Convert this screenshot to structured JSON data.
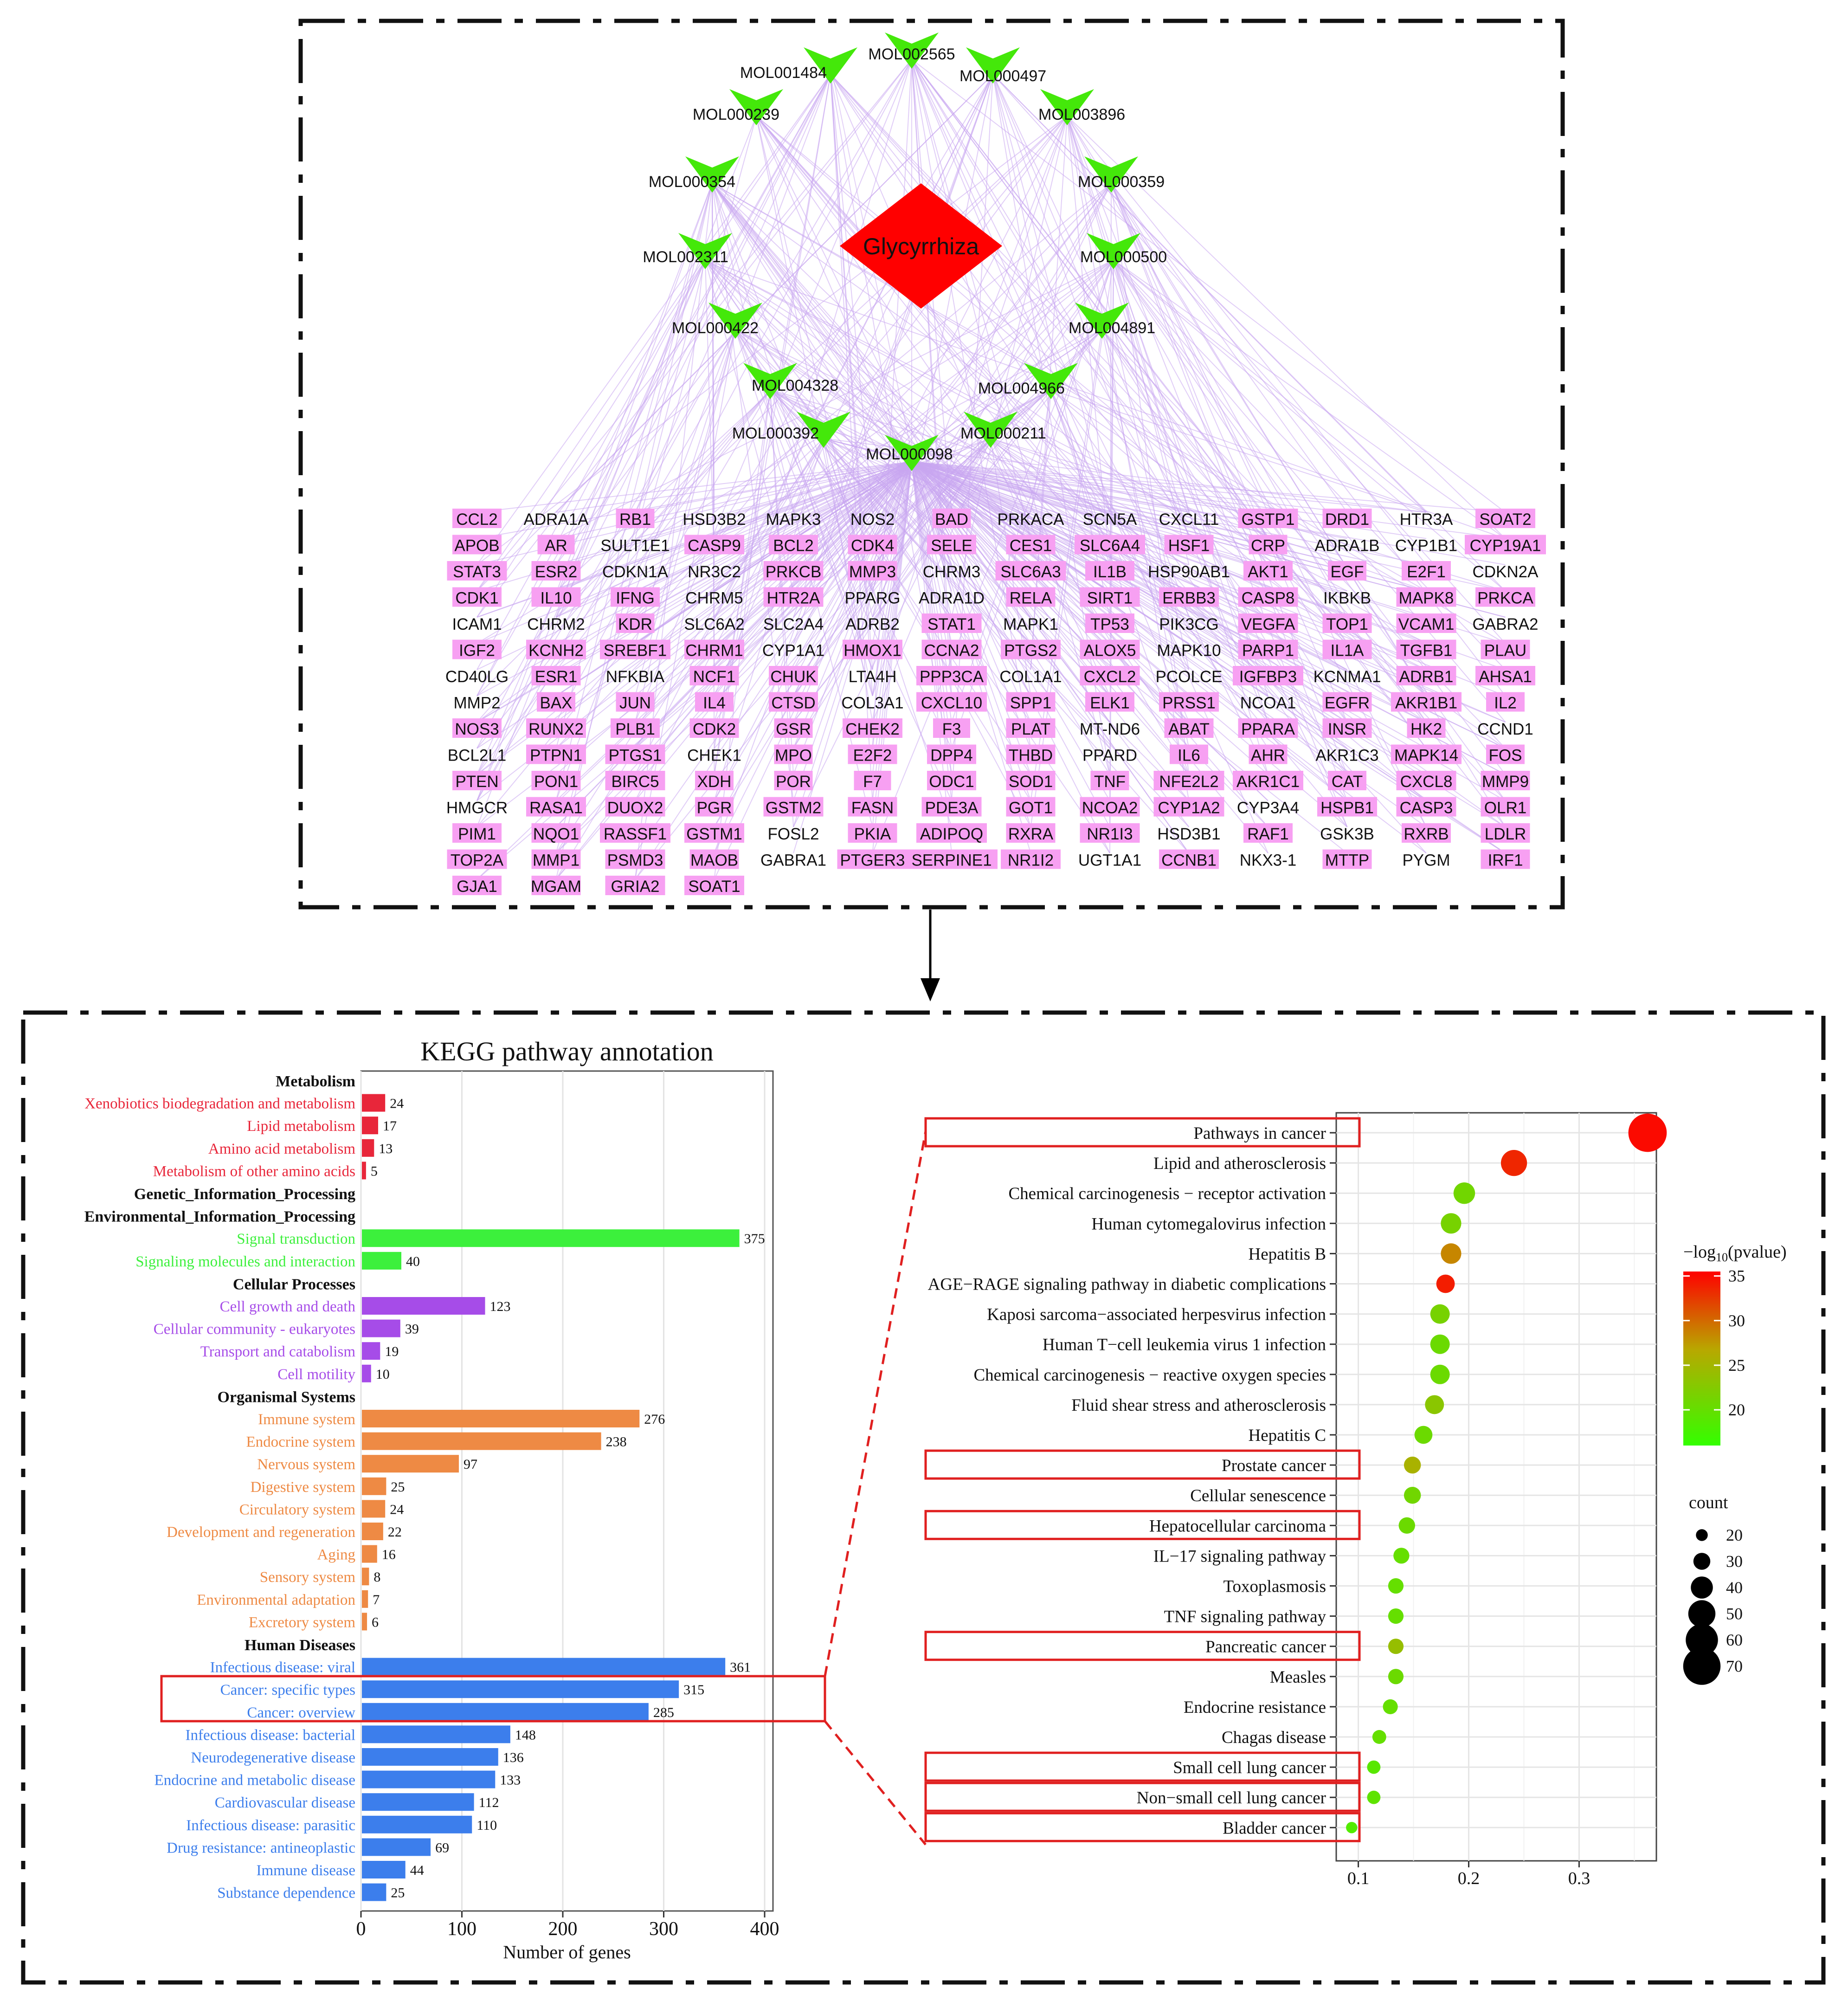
{
  "network": {
    "herb": "Glycyrrhiza",
    "herb_color": "#FF0000",
    "compound_color": "#44E80A",
    "edge_color": "#C9A6F0",
    "target_fill": "#F7A0F2",
    "compounds": [
      "MOL002565",
      "MOL001484",
      "MOL000497",
      "MOL000239",
      "MOL003896",
      "MOL000354",
      "MOL000359",
      "MOL002311",
      "MOL000500",
      "MOL000422",
      "MOL004891",
      "MOL004328",
      "MOL004966",
      "MOL000392",
      "MOL000211",
      "MOL000098"
    ],
    "targets": [
      [
        "CCL2",
        "ADRA1A",
        "RB1",
        "HSD3B2",
        "MAPK3",
        "NOS2",
        "BAD",
        "PRKACA",
        "SCN5A",
        "CXCL11",
        "GSTP1",
        "DRD1",
        "HTR3A",
        "SOAT2"
      ],
      [
        "APOB",
        "AR",
        "SULT1E1",
        "CASP9",
        "BCL2",
        "CDK4",
        "SELE",
        "CES1",
        "SLC6A4",
        "HSF1",
        "CRP",
        "ADRA1B",
        "CYP1B1",
        "CYP19A1"
      ],
      [
        "STAT3",
        "ESR2",
        "CDKN1A",
        "NR3C2",
        "PRKCB",
        "MMP3",
        "CHRM3",
        "SLC6A3",
        "IL1B",
        "HSP90AB1",
        "AKT1",
        "EGF",
        "E2F1",
        "CDKN2A"
      ],
      [
        "CDK1",
        "IL10",
        "IFNG",
        "CHRM5",
        "HTR2A",
        "PPARG",
        "ADRA1D",
        "RELA",
        "SIRT1",
        "ERBB3",
        "CASP8",
        "IKBKB",
        "MAPK8",
        "PRKCA"
      ],
      [
        "ICAM1",
        "CHRM2",
        "KDR",
        "SLC6A2",
        "SLC2A4",
        "ADRB2",
        "STAT1",
        "MAPK1",
        "TP53",
        "PIK3CG",
        "VEGFA",
        "TOP1",
        "VCAM1",
        "GABRA2"
      ],
      [
        "IGF2",
        "KCNH2",
        "SREBF1",
        "CHRM1",
        "CYP1A1",
        "HMOX1",
        "CCNA2",
        "PTGS2",
        "ALOX5",
        "MAPK10",
        "PARP1",
        "IL1A",
        "TGFB1",
        "PLAU"
      ],
      [
        "CD40LG",
        "ESR1",
        "NFKBIA",
        "NCF1",
        "CHUK",
        "LTA4H",
        "PPP3CA",
        "COL1A1",
        "CXCL2",
        "PCOLCE",
        "IGFBP3",
        "KCNMA1",
        "ADRB1",
        "AHSA1"
      ],
      [
        "MMP2",
        "BAX",
        "JUN",
        "IL4",
        "CTSD",
        "COL3A1",
        "CXCL10",
        "SPP1",
        "ELK1",
        "PRSS1",
        "NCOA1",
        "EGFR",
        "AKR1B1",
        "IL2"
      ],
      [
        "NOS3",
        "RUNX2",
        "PLB1",
        "CDK2",
        "GSR",
        "CHEK2",
        "F3",
        "PLAT",
        "MT-ND6",
        "ABAT",
        "PPARA",
        "INSR",
        "HK2",
        "CCND1"
      ],
      [
        "BCL2L1",
        "PTPN1",
        "PTGS1",
        "CHEK1",
        "MPO",
        "E2F2",
        "DPP4",
        "THBD",
        "PPARD",
        "IL6",
        "AHR",
        "AKR1C3",
        "MAPK14",
        "FOS"
      ],
      [
        "PTEN",
        "PON1",
        "BIRC5",
        "XDH",
        "POR",
        "F7",
        "ODC1",
        "SOD1",
        "TNF",
        "NFE2L2",
        "AKR1C1",
        "CAT",
        "CXCL8",
        "MMP9"
      ],
      [
        "HMGCR",
        "RASA1",
        "DUOX2",
        "PGR",
        "GSTM2",
        "FASN",
        "PDE3A",
        "GOT1",
        "NCOA2",
        "CYP1A2",
        "CYP3A4",
        "HSPB1",
        "CASP3",
        "OLR1"
      ],
      [
        "PIM1",
        "NQO1",
        "RASSF1",
        "GSTM1",
        "FOSL2",
        "PKIA",
        "ADIPOQ",
        "RXRA",
        "NR1I3",
        "HSD3B1",
        "RAF1",
        "GSK3B",
        "RXRB",
        "LDLR"
      ],
      [
        "TOP2A",
        "MMP1",
        "PSMD3",
        "MAOB",
        "GABRA1",
        "PTGER3",
        "SERPINE1",
        "NR1I2",
        "UGT1A1",
        "CCNB1",
        "NKX3-1",
        "MTTP",
        "PYGM",
        "IRF1"
      ],
      [
        "GJA1",
        "MGAM",
        "GRIA2",
        "SOAT1"
      ]
    ],
    "highlighted_targets": [
      "CCL2",
      "RB1",
      "BAD",
      "GSTP1",
      "DRD1",
      "SOAT2",
      "APOB",
      "AR",
      "CASP9",
      "BCL2",
      "CDK4",
      "SELE",
      "CES1",
      "SLC6A4",
      "HSF1",
      "CRP",
      "CYP19A1",
      "STAT3",
      "ESR2",
      "PRKCB",
      "MMP3",
      "SLC6A3",
      "IL1B",
      "AKT1",
      "EGF",
      "E2F1",
      "CDK1",
      "IL10",
      "IFNG",
      "HTR2A",
      "RELA",
      "SIRT1",
      "ERBB3",
      "CASP8",
      "MAPK8",
      "PRKCA",
      "KDR",
      "STAT1",
      "TP53",
      "VEGFA",
      "TOP1",
      "VCAM1",
      "IGF2",
      "KCNH2",
      "SREBF1",
      "CHRM1",
      "HMOX1",
      "CCNA2",
      "PTGS2",
      "ALOX5",
      "PARP1",
      "IL1A",
      "TGFB1",
      "PLAU",
      "ESR1",
      "NCF1",
      "CHUK",
      "PPP3CA",
      "CXCL2",
      "IGFBP3",
      "ADRB1",
      "AHSA1",
      "BAX",
      "JUN",
      "IL4",
      "CTSD",
      "CXCL10",
      "SPP1",
      "ELK1",
      "PRSS1",
      "EGFR",
      "AKR1B1",
      "IL2",
      "NOS3",
      "RUNX2",
      "PLB1",
      "CDK2",
      "GSR",
      "CHEK2",
      "F3",
      "PLAT",
      "ABAT",
      "PPARA",
      "INSR",
      "HK2",
      "PTPN1",
      "PTGS1",
      "MPO",
      "E2F2",
      "DPP4",
      "THBD",
      "IL6",
      "AHR",
      "MAPK14",
      "FOS",
      "PTEN",
      "PON1",
      "BIRC5",
      "XDH",
      "POR",
      "F7",
      "ODC1",
      "SOD1",
      "TNF",
      "NFE2L2",
      "AKR1C1",
      "CAT",
      "CXCL8",
      "MMP9",
      "RASA1",
      "DUOX2",
      "PGR",
      "GSTM2",
      "FASN",
      "PDE3A",
      "GOT1",
      "NCOA2",
      "CYP1A2",
      "HSPB1",
      "CASP3",
      "OLR1",
      "PIM1",
      "NQO1",
      "RASSF1",
      "GSTM1",
      "PKIA",
      "ADIPOQ",
      "RXRA",
      "NR1I3",
      "RAF1",
      "RXRB",
      "LDLR",
      "TOP2A",
      "MMP1",
      "PSMD3",
      "MAOB",
      "PTGER3",
      "SERPINE1",
      "NR1I2",
      "CCNB1",
      "MTTP",
      "IRF1",
      "GJA1",
      "MGAM",
      "GRIA2",
      "SOAT1"
    ]
  },
  "chart_data": [
    {
      "type": "bar",
      "title": "KEGG pathway annotation",
      "xlabel": "Number of genes",
      "xlim": [
        0,
        400
      ],
      "xticks": [
        0,
        100,
        200,
        300,
        400
      ],
      "groups": [
        {
          "name": "Metabolism",
          "color": "#E8263A",
          "items": [
            {
              "label": "Xenobiotics biodegradation and metabolism",
              "value": 24
            },
            {
              "label": "Lipid metabolism",
              "value": 17
            },
            {
              "label": "Amino acid metabolism",
              "value": 13
            },
            {
              "label": "Metabolism of other amino acids",
              "value": 5
            }
          ]
        },
        {
          "name": "Genetic_Information_Processing",
          "color": "#000000",
          "items": []
        },
        {
          "name": "Environmental_Information_Processing",
          "color": "#3CF03C",
          "items": [
            {
              "label": "Signal transduction",
              "value": 375
            },
            {
              "label": "Signaling molecules and interaction",
              "value": 40
            }
          ]
        },
        {
          "name": "Cellular Processes",
          "color": "#A64CE8",
          "items": [
            {
              "label": "Cell growth and death",
              "value": 123
            },
            {
              "label": "Cellular community - eukaryotes",
              "value": 39
            },
            {
              "label": "Transport and catabolism",
              "value": 19
            },
            {
              "label": "Cell motility",
              "value": 10
            }
          ]
        },
        {
          "name": "Organismal Systems",
          "color": "#EE8A44",
          "items": [
            {
              "label": "Immune system",
              "value": 276
            },
            {
              "label": "Endocrine system",
              "value": 238
            },
            {
              "label": "Nervous system",
              "value": 97
            },
            {
              "label": "Digestive system",
              "value": 25
            },
            {
              "label": "Circulatory system",
              "value": 24
            },
            {
              "label": "Development and regeneration",
              "value": 22
            },
            {
              "label": "Aging",
              "value": 16
            },
            {
              "label": "Sensory system",
              "value": 8
            },
            {
              "label": "Environmental adaptation",
              "value": 7
            },
            {
              "label": "Excretory system",
              "value": 6
            }
          ]
        },
        {
          "name": "Human Diseases",
          "color": "#3C7EEC",
          "items": [
            {
              "label": "Infectious disease: viral",
              "value": 361
            },
            {
              "label": "Cancer: specific types",
              "value": 315
            },
            {
              "label": "Cancer: overview",
              "value": 285
            },
            {
              "label": "Infectious disease: bacterial",
              "value": 148
            },
            {
              "label": "Neurodegenerative disease",
              "value": 136
            },
            {
              "label": "Endocrine and metabolic disease",
              "value": 133
            },
            {
              "label": "Cardiovascular disease",
              "value": 112
            },
            {
              "label": "Infectious disease: parasitic",
              "value": 110
            },
            {
              "label": "Drug resistance: antineoplastic",
              "value": 69
            },
            {
              "label": "Immune disease",
              "value": 44
            },
            {
              "label": "Substance dependence",
              "value": 25
            }
          ]
        }
      ],
      "highlighted": [
        "Cancer: specific types",
        "Cancer: overview"
      ]
    },
    {
      "type": "scatter",
      "xlim": [
        0.08,
        0.37
      ],
      "xticks": [
        0.1,
        0.2,
        0.3
      ],
      "grid": true,
      "color_legend": {
        "title_prefix": "−log",
        "title_sub": "10",
        "title_suffix": "(pvalue)",
        "ticks": [
          20,
          25,
          30,
          35
        ],
        "range": [
          16,
          35.5
        ],
        "low": "#33FF00",
        "mid": "#B8A800",
        "high": "#FF0000"
      },
      "size_legend": {
        "title": "count",
        "ticks": [
          20,
          30,
          40,
          50,
          60,
          70
        ],
        "range": [
          10,
          75
        ]
      },
      "points": [
        {
          "term": "Pathways in cancer",
          "x": 0.362,
          "neglog": 35.0,
          "count": 72
        },
        {
          "term": "Lipid and atherosclerosis",
          "x": 0.241,
          "neglog": 33.5,
          "count": 48
        },
        {
          "term": "Chemical carcinogenesis − receptor activation",
          "x": 0.196,
          "neglog": 21.0,
          "count": 39
        },
        {
          "term": "Human cytomegalovirus infection",
          "x": 0.184,
          "neglog": 21.5,
          "count": 37
        },
        {
          "term": "Hepatitis B",
          "x": 0.184,
          "neglog": 28.5,
          "count": 37
        },
        {
          "term": "AGE−RAGE signaling pathway in diabetic complications",
          "x": 0.179,
          "neglog": 34.0,
          "count": 33
        },
        {
          "term": "Kaposi sarcoma−associated herpesvirus infection",
          "x": 0.174,
          "neglog": 21.5,
          "count": 35
        },
        {
          "term": "Human T−cell leukemia virus 1 infection",
          "x": 0.174,
          "neglog": 20.5,
          "count": 35
        },
        {
          "term": "Chemical carcinogenesis − reactive oxygen species",
          "x": 0.174,
          "neglog": 20.5,
          "count": 35
        },
        {
          "term": "Fluid shear stress and atherosclerosis",
          "x": 0.169,
          "neglog": 23.0,
          "count": 34
        },
        {
          "term": "Hepatitis C",
          "x": 0.159,
          "neglog": 20.5,
          "count": 32
        },
        {
          "term": "Prostate cancer",
          "x": 0.149,
          "neglog": 25.5,
          "count": 30
        },
        {
          "term": "Cellular senescence",
          "x": 0.149,
          "neglog": 21.0,
          "count": 30
        },
        {
          "term": "Hepatocellular carcinoma",
          "x": 0.144,
          "neglog": 20.5,
          "count": 29
        },
        {
          "term": "IL−17 signaling pathway",
          "x": 0.139,
          "neglog": 20.0,
          "count": 28
        },
        {
          "term": "Toxoplasmosis",
          "x": 0.134,
          "neglog": 20.0,
          "count": 27
        },
        {
          "term": "TNF signaling pathway",
          "x": 0.134,
          "neglog": 20.0,
          "count": 27
        },
        {
          "term": "Pancreatic cancer",
          "x": 0.134,
          "neglog": 24.0,
          "count": 27
        },
        {
          "term": "Measles",
          "x": 0.134,
          "neglog": 20.5,
          "count": 27
        },
        {
          "term": "Endocrine resistance",
          "x": 0.129,
          "neglog": 20.0,
          "count": 26
        },
        {
          "term": "Chagas disease",
          "x": 0.119,
          "neglog": 20.0,
          "count": 24
        },
        {
          "term": "Small cell lung cancer",
          "x": 0.114,
          "neglog": 19.0,
          "count": 23
        },
        {
          "term": "Non−small cell lung cancer",
          "x": 0.114,
          "neglog": 19.5,
          "count": 23
        },
        {
          "term": "Bladder cancer",
          "x": 0.094,
          "neglog": 18.5,
          "count": 19
        }
      ],
      "highlighted": [
        "Pathways in cancer",
        "Prostate cancer",
        "Hepatocellular carcinoma",
        "Pancreatic cancer",
        "Small cell lung cancer",
        "Non−small cell lung cancer",
        "Bladder cancer"
      ]
    }
  ]
}
